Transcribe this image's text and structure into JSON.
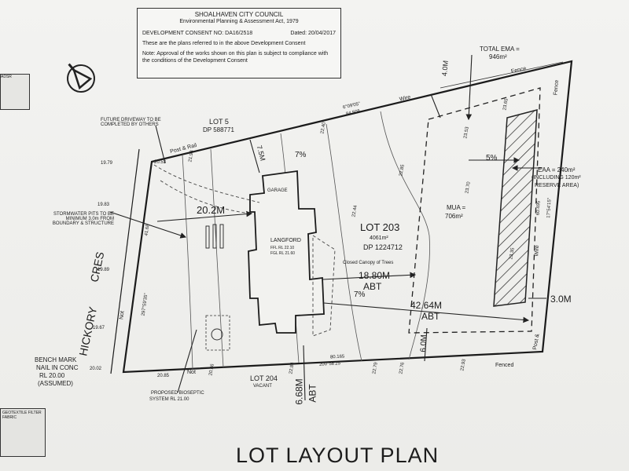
{
  "stamp": {
    "council": "SHOALHAVEN CITY COUNCIL",
    "act": "Environmental Planning & Assessment Act, 1979",
    "consent": "DEVELOPMENT CONSENT NO: DA16/2518",
    "dated": "Dated: 20/04/2017",
    "note1": "These are the plans referred to in the above Development Consent",
    "note2": "Note: Approval of the works shown on this plan is subject to compliance with the conditions of the Development Consent"
  },
  "logo_text": "ADSR",
  "geo_label": "GEOTEXTILE FILTER FABRIC",
  "title": "LOT LAYOUT PLAN",
  "lots": {
    "lot5": "LOT 5",
    "lot5_dp": "DP 588771",
    "lot203": "LOT 203",
    "lot203_area": "4061m²",
    "lot203_dp": "DP 1224712",
    "lot204": "LOT 204",
    "lot204_sub": "VACANT"
  },
  "house": {
    "name": "LANGFORD",
    "garage": "GARAGE",
    "fl": "FFL RL 22.10",
    "fl2": "FGL RL 21.60"
  },
  "areas": {
    "total_ema": "TOTAL EMA =",
    "total_ema_val": "946m²",
    "eaa": "EAA = 240m²",
    "eaa_note": "(INCLUDING 120m²",
    "eaa_note2": "RESERVE AREA)",
    "mua": "MUA =",
    "mua_val": "706m²",
    "canopy": "Closed Canopy of Trees"
  },
  "dims": {
    "d4": "4.0M",
    "d75": "7.5M",
    "d202": "20.2M",
    "d188": "18.80M",
    "abt1": "ABT",
    "d4264": "42.64M",
    "abt2": "ABT",
    "d60": "6.0M",
    "d668": "6.68M",
    "abt3": "ABT",
    "d30": "3.0M",
    "pct7a": "7%",
    "pct7b": "7%",
    "pct5": "5%"
  },
  "bearings": {
    "top": "6°09'05\"",
    "top_len": "84.505",
    "bottom_len": "80.165",
    "bottom": "200°58'25\"",
    "left": "297°59'35\"",
    "left_len": "41.68",
    "right_len": "60.495",
    "right": "17°54'15\""
  },
  "notes": {
    "driveway": "FUTURE DRIVEWAY TO BE COMPLETED BY OTHERS",
    "post_rail": "Post & Rail",
    "stormwater": "STORMWATER PITS TO BE MINIMUM 3.0m FROM BOUNDARY & STRUCTURE",
    "bench1": "BENCH MARK",
    "bench2": "NAIL IN CONC",
    "bench3": "RL 20.00",
    "bench4": "(ASSUMED)",
    "septic1": "PROPOSED BIOSEPTIC",
    "septic2": "SYSTEM RL 21.00",
    "fence": "Fence",
    "fence_right": "Fence",
    "wire_top": "Wire",
    "wire_right": "Wire",
    "fenced": "Fenced",
    "post_bottom": "Post &",
    "not": "Not",
    "not_bottom": "Not",
    "road": "HICKORY",
    "road2": "CRES"
  },
  "levels": {
    "l1": "19.79",
    "l2": "19.83",
    "l3": "19.89",
    "l4": "19.67",
    "l5": "20.02",
    "l6": "20.53",
    "l7": "21.93",
    "l8": "22.40",
    "l9": "22.85",
    "l10": "23.53",
    "l11": "23.65",
    "l12": "23.70",
    "l13": "22.79",
    "l14": "22.84",
    "l15": "20.85",
    "l16": "20.86",
    "l17": "22.76",
    "l18": "22.93",
    "l19": "23.35",
    "l20": "22.44"
  }
}
